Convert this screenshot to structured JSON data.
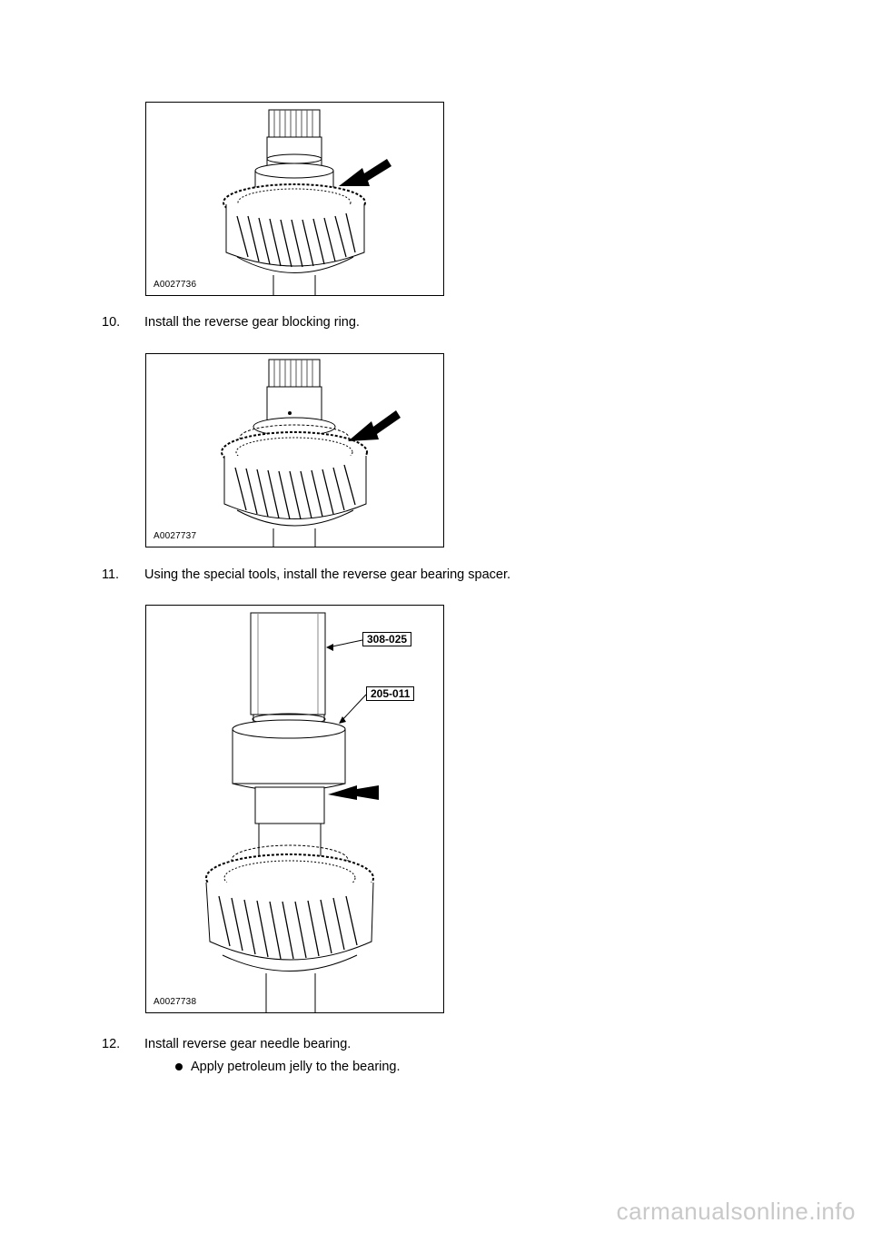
{
  "figures": [
    {
      "id": "A0027736"
    },
    {
      "id": "A0027737"
    },
    {
      "id": "A0027738",
      "callouts": [
        "308-025",
        "205-011"
      ]
    }
  ],
  "steps": [
    {
      "number": "10.",
      "text": "Install the reverse gear blocking ring."
    },
    {
      "number": "11.",
      "text": "Using the special tools, install the reverse gear bearing spacer."
    },
    {
      "number": "12.",
      "text": "Install reverse gear needle bearing.",
      "bullets": [
        "Apply petroleum jelly to the bearing."
      ]
    }
  ],
  "watermark": "carmanualsonline.info"
}
